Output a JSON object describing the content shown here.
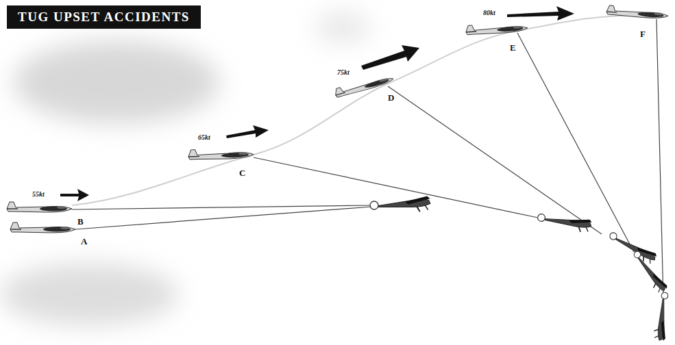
{
  "diagram": {
    "title": "TUG UPSET ACCIDENTS",
    "labels": [
      "A",
      "B",
      "C",
      "D",
      "E",
      "F",
      "55kt",
      "65kt",
      "75kt",
      "80kt"
    ]
  }
}
